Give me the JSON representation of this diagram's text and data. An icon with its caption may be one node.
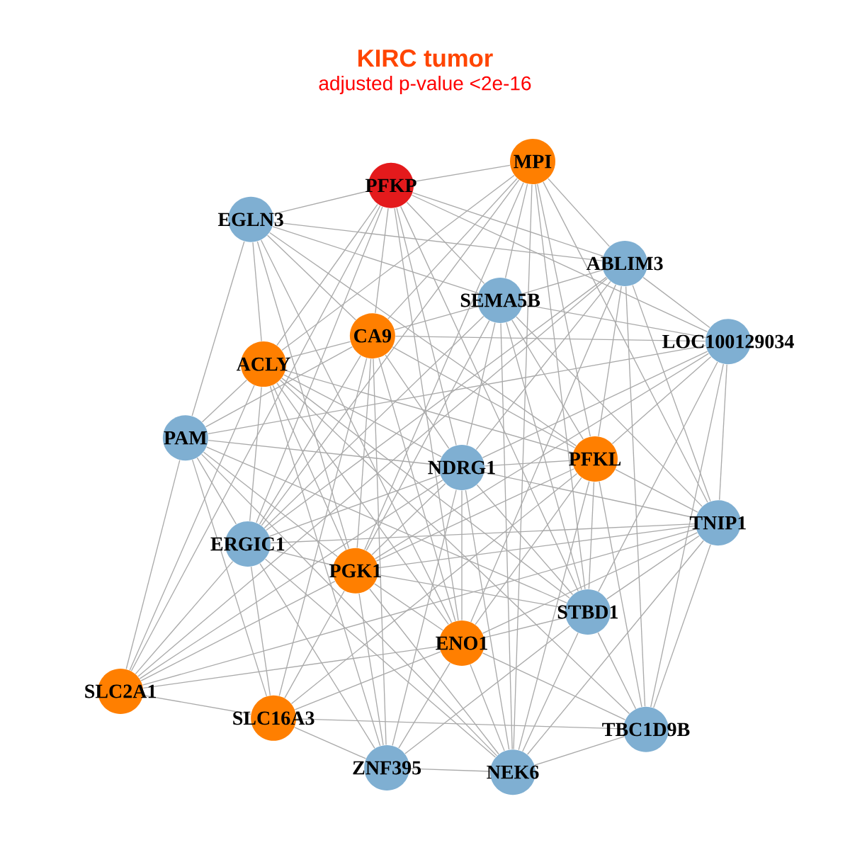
{
  "diagram": {
    "title": "KIRC tumor",
    "labels": [
      "adjusted p-value <2e-16"
    ],
    "nodes": [
      {
        "text": [
          "PFKP"
        ]
      },
      {
        "text": [
          "MPI"
        ]
      },
      {
        "text": [
          "EGLN3"
        ]
      },
      {
        "text": [
          "ABLIM3"
        ]
      },
      {
        "text": [
          "SEMA5B"
        ]
      },
      {
        "text": [
          "CA9"
        ]
      },
      {
        "text": [
          "ACLY"
        ]
      },
      {
        "text": [
          "LOC100129034"
        ]
      },
      {
        "text": [
          "PAM"
        ]
      },
      {
        "text": [
          "NDRG1"
        ]
      },
      {
        "text": [
          "PFKL"
        ]
      },
      {
        "text": [
          "TNIP1"
        ]
      },
      {
        "text": [
          "ERGIC1"
        ]
      },
      {
        "text": [
          "PGK1"
        ]
      },
      {
        "text": [
          "STBD1"
        ]
      },
      {
        "text": [
          "ENO1"
        ]
      },
      {
        "text": [
          "SLC2A1"
        ]
      },
      {
        "text": [
          "SLC16A3"
        ]
      },
      {
        "text": [
          "TBC1D9B"
        ]
      },
      {
        "text": [
          "ZNF395"
        ]
      },
      {
        "text": [
          "NEK6"
        ]
      }
    ],
    "edges": [
      {
        "from": 0,
        "to": 1,
        "arrow": "none"
      },
      {
        "from": 0,
        "to": 2,
        "arrow": "none"
      },
      {
        "from": 0,
        "to": 3,
        "arrow": "none"
      },
      {
        "from": 0,
        "to": 4,
        "arrow": "none"
      },
      {
        "from": 0,
        "to": 5,
        "arrow": "none"
      },
      {
        "from": 0,
        "to": 6,
        "arrow": "none"
      },
      {
        "from": 0,
        "to": 7,
        "arrow": "none"
      },
      {
        "from": 0,
        "to": 9,
        "arrow": "none"
      },
      {
        "from": 0,
        "to": 12,
        "arrow": "none"
      },
      {
        "from": 0,
        "to": 14,
        "arrow": "none"
      },
      {
        "from": 0,
        "to": 15,
        "arrow": "none"
      },
      {
        "from": 0,
        "to": 16,
        "arrow": "none"
      },
      {
        "from": 1,
        "to": 3,
        "arrow": "none"
      },
      {
        "from": 1,
        "to": 4,
        "arrow": "none"
      },
      {
        "from": 1,
        "to": 5,
        "arrow": "none"
      },
      {
        "from": 1,
        "to": 6,
        "arrow": "none"
      },
      {
        "from": 1,
        "to": 10,
        "arrow": "none"
      },
      {
        "from": 1,
        "to": 11,
        "arrow": "none"
      },
      {
        "from": 1,
        "to": 12,
        "arrow": "none"
      },
      {
        "from": 1,
        "to": 13,
        "arrow": "none"
      },
      {
        "from": 1,
        "to": 14,
        "arrow": "none"
      },
      {
        "from": 1,
        "to": 20,
        "arrow": "none"
      },
      {
        "from": 2,
        "to": 3,
        "arrow": "none"
      },
      {
        "from": 2,
        "to": 4,
        "arrow": "none"
      },
      {
        "from": 2,
        "to": 5,
        "arrow": "none"
      },
      {
        "from": 2,
        "to": 6,
        "arrow": "none"
      },
      {
        "from": 2,
        "to": 8,
        "arrow": "none"
      },
      {
        "from": 2,
        "to": 10,
        "arrow": "none"
      },
      {
        "from": 2,
        "to": 13,
        "arrow": "none"
      },
      {
        "from": 2,
        "to": 15,
        "arrow": "none"
      },
      {
        "from": 3,
        "to": 4,
        "arrow": "none"
      },
      {
        "from": 3,
        "to": 7,
        "arrow": "none"
      },
      {
        "from": 3,
        "to": 9,
        "arrow": "none"
      },
      {
        "from": 3,
        "to": 10,
        "arrow": "none"
      },
      {
        "from": 3,
        "to": 11,
        "arrow": "none"
      },
      {
        "from": 3,
        "to": 12,
        "arrow": "none"
      },
      {
        "from": 3,
        "to": 15,
        "arrow": "none"
      },
      {
        "from": 3,
        "to": 16,
        "arrow": "none"
      },
      {
        "from": 3,
        "to": 18,
        "arrow": "none"
      },
      {
        "from": 4,
        "to": 5,
        "arrow": "none"
      },
      {
        "from": 4,
        "to": 7,
        "arrow": "none"
      },
      {
        "from": 4,
        "to": 9,
        "arrow": "none"
      },
      {
        "from": 4,
        "to": 10,
        "arrow": "none"
      },
      {
        "from": 4,
        "to": 11,
        "arrow": "none"
      },
      {
        "from": 4,
        "to": 12,
        "arrow": "none"
      },
      {
        "from": 4,
        "to": 13,
        "arrow": "none"
      },
      {
        "from": 4,
        "to": 14,
        "arrow": "none"
      },
      {
        "from": 4,
        "to": 20,
        "arrow": "none"
      },
      {
        "from": 5,
        "to": 6,
        "arrow": "none"
      },
      {
        "from": 5,
        "to": 7,
        "arrow": "none"
      },
      {
        "from": 5,
        "to": 8,
        "arrow": "none"
      },
      {
        "from": 5,
        "to": 9,
        "arrow": "none"
      },
      {
        "from": 5,
        "to": 10,
        "arrow": "none"
      },
      {
        "from": 5,
        "to": 12,
        "arrow": "none"
      },
      {
        "from": 5,
        "to": 13,
        "arrow": "none"
      },
      {
        "from": 5,
        "to": 15,
        "arrow": "none"
      },
      {
        "from": 5,
        "to": 17,
        "arrow": "none"
      },
      {
        "from": 5,
        "to": 19,
        "arrow": "none"
      },
      {
        "from": 6,
        "to": 8,
        "arrow": "none"
      },
      {
        "from": 6,
        "to": 9,
        "arrow": "none"
      },
      {
        "from": 6,
        "to": 10,
        "arrow": "none"
      },
      {
        "from": 6,
        "to": 12,
        "arrow": "none"
      },
      {
        "from": 6,
        "to": 13,
        "arrow": "none"
      },
      {
        "from": 6,
        "to": 14,
        "arrow": "none"
      },
      {
        "from": 6,
        "to": 15,
        "arrow": "none"
      },
      {
        "from": 6,
        "to": 16,
        "arrow": "none"
      },
      {
        "from": 6,
        "to": 18,
        "arrow": "none"
      },
      {
        "from": 6,
        "to": 19,
        "arrow": "none"
      },
      {
        "from": 7,
        "to": 8,
        "arrow": "none"
      },
      {
        "from": 7,
        "to": 9,
        "arrow": "none"
      },
      {
        "from": 7,
        "to": 10,
        "arrow": "none"
      },
      {
        "from": 7,
        "to": 11,
        "arrow": "none"
      },
      {
        "from": 7,
        "to": 13,
        "arrow": "none"
      },
      {
        "from": 7,
        "to": 14,
        "arrow": "none"
      },
      {
        "from": 7,
        "to": 18,
        "arrow": "none"
      },
      {
        "from": 8,
        "to": 9,
        "arrow": "none"
      },
      {
        "from": 8,
        "to": 12,
        "arrow": "none"
      },
      {
        "from": 8,
        "to": 13,
        "arrow": "none"
      },
      {
        "from": 8,
        "to": 14,
        "arrow": "none"
      },
      {
        "from": 8,
        "to": 16,
        "arrow": "none"
      },
      {
        "from": 8,
        "to": 17,
        "arrow": "none"
      },
      {
        "from": 8,
        "to": 20,
        "arrow": "none"
      },
      {
        "from": 9,
        "to": 10,
        "arrow": "none"
      },
      {
        "from": 9,
        "to": 11,
        "arrow": "none"
      },
      {
        "from": 9,
        "to": 12,
        "arrow": "none"
      },
      {
        "from": 9,
        "to": 13,
        "arrow": "none"
      },
      {
        "from": 9,
        "to": 14,
        "arrow": "none"
      },
      {
        "from": 9,
        "to": 15,
        "arrow": "none"
      },
      {
        "from": 9,
        "to": 16,
        "arrow": "none"
      },
      {
        "from": 9,
        "to": 19,
        "arrow": "none"
      },
      {
        "from": 9,
        "to": 20,
        "arrow": "none"
      },
      {
        "from": 10,
        "to": 11,
        "arrow": "none"
      },
      {
        "from": 10,
        "to": 13,
        "arrow": "none"
      },
      {
        "from": 10,
        "to": 14,
        "arrow": "none"
      },
      {
        "from": 10,
        "to": 15,
        "arrow": "none"
      },
      {
        "from": 10,
        "to": 17,
        "arrow": "none"
      },
      {
        "from": 10,
        "to": 18,
        "arrow": "none"
      },
      {
        "from": 10,
        "to": 20,
        "arrow": "none"
      },
      {
        "from": 11,
        "to": 12,
        "arrow": "none"
      },
      {
        "from": 11,
        "to": 13,
        "arrow": "none"
      },
      {
        "from": 11,
        "to": 14,
        "arrow": "none"
      },
      {
        "from": 11,
        "to": 15,
        "arrow": "none"
      },
      {
        "from": 11,
        "to": 16,
        "arrow": "none"
      },
      {
        "from": 11,
        "to": 18,
        "arrow": "none"
      },
      {
        "from": 11,
        "to": 20,
        "arrow": "none"
      },
      {
        "from": 12,
        "to": 13,
        "arrow": "none"
      },
      {
        "from": 12,
        "to": 16,
        "arrow": "none"
      },
      {
        "from": 12,
        "to": 17,
        "arrow": "none"
      },
      {
        "from": 12,
        "to": 19,
        "arrow": "none"
      },
      {
        "from": 12,
        "to": 20,
        "arrow": "none"
      },
      {
        "from": 13,
        "to": 14,
        "arrow": "none"
      },
      {
        "from": 13,
        "to": 15,
        "arrow": "none"
      },
      {
        "from": 13,
        "to": 16,
        "arrow": "none"
      },
      {
        "from": 13,
        "to": 17,
        "arrow": "none"
      },
      {
        "from": 13,
        "to": 19,
        "arrow": "none"
      },
      {
        "from": 13,
        "to": 20,
        "arrow": "none"
      },
      {
        "from": 14,
        "to": 15,
        "arrow": "none"
      },
      {
        "from": 14,
        "to": 18,
        "arrow": "none"
      },
      {
        "from": 14,
        "to": 19,
        "arrow": "none"
      },
      {
        "from": 14,
        "to": 20,
        "arrow": "none"
      },
      {
        "from": 15,
        "to": 16,
        "arrow": "none"
      },
      {
        "from": 15,
        "to": 17,
        "arrow": "none"
      },
      {
        "from": 15,
        "to": 18,
        "arrow": "none"
      },
      {
        "from": 15,
        "to": 19,
        "arrow": "none"
      },
      {
        "from": 15,
        "to": 20,
        "arrow": "none"
      },
      {
        "from": 16,
        "to": 17,
        "arrow": "none"
      },
      {
        "from": 17,
        "to": 18,
        "arrow": "none"
      },
      {
        "from": 17,
        "to": 19,
        "arrow": "none"
      },
      {
        "from": 18,
        "to": 20,
        "arrow": "none"
      },
      {
        "from": 19,
        "to": 20,
        "arrow": "none"
      }
    ]
  }
}
